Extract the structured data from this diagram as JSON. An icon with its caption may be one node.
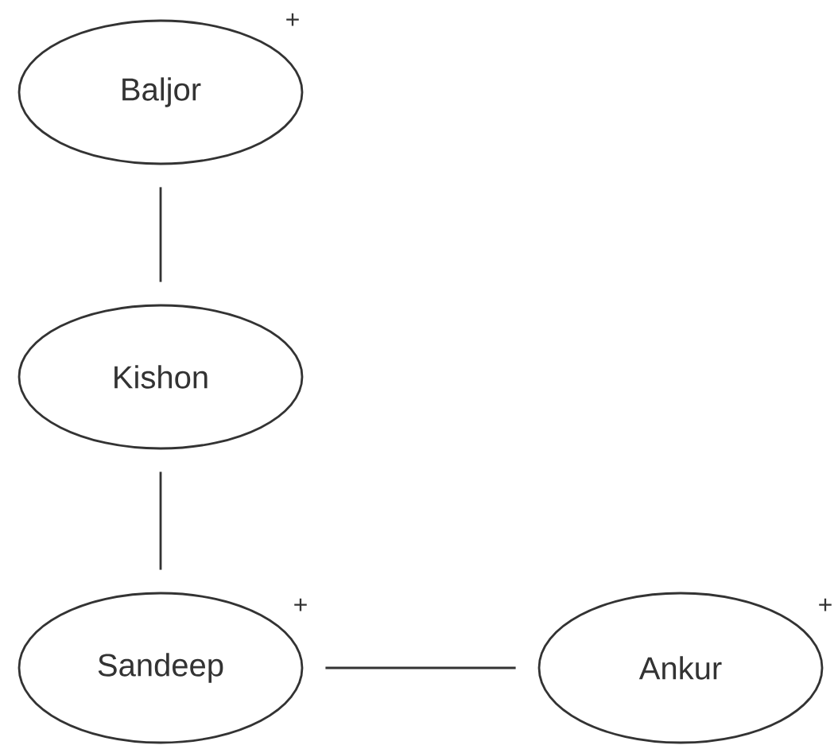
{
  "diagram": {
    "nodes": [
      {
        "text": [
          "Baljor"
        ],
        "beside": [
          "+"
        ]
      },
      {
        "text": [
          "Kishon"
        ]
      },
      {
        "text": [
          "Sandeep"
        ],
        "beside": [
          "+"
        ]
      },
      {
        "text": [
          "Ankur"
        ],
        "beside": [
          "+"
        ]
      }
    ],
    "edges": [
      {
        "from": 0,
        "to": 1,
        "arrow": "none"
      },
      {
        "from": 1,
        "to": 2,
        "arrow": "none"
      },
      {
        "from": 2,
        "to": 3,
        "arrow": "none"
      }
    ]
  }
}
